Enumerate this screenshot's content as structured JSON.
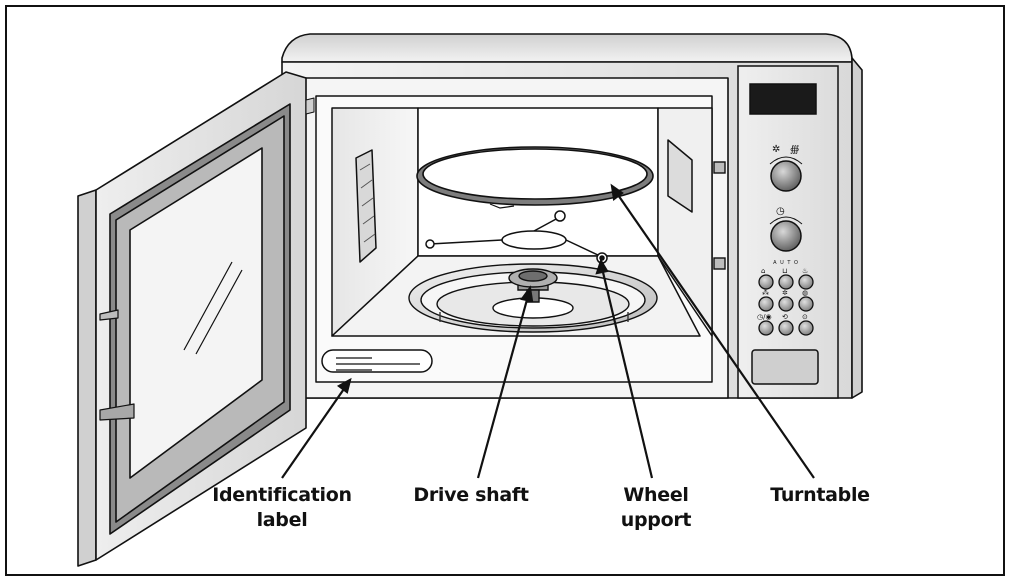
{
  "labels": {
    "identification_line1": "Identification",
    "identification_line2": "label",
    "drive_shaft": "Drive shaft",
    "wheel_line1": "Wheel",
    "wheel_line2": "upport",
    "turntable": "Turntable"
  },
  "control_panel": {
    "auto_text": "A U T O"
  },
  "colors": {
    "outline": "#111111",
    "gasket_gray": "#8a8a8a",
    "display": "#1a1a1a",
    "knob": "#7a7a7a"
  }
}
